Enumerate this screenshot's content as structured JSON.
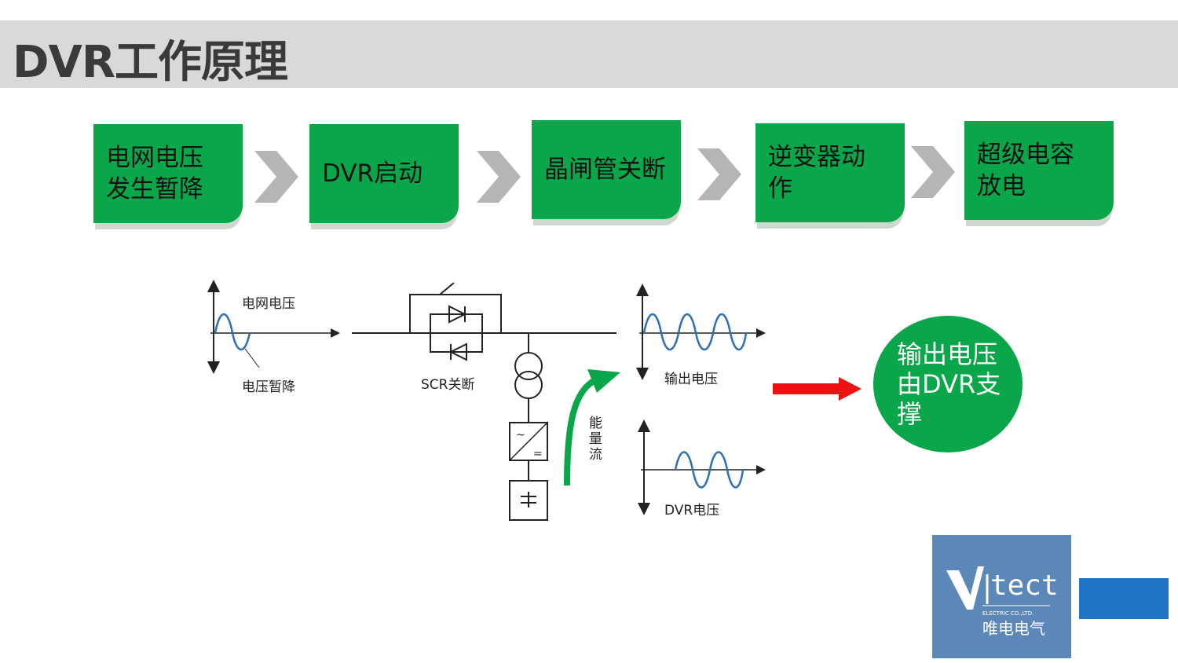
{
  "title": "DVR工作原理",
  "steps": [
    {
      "label": "电网电压\n发生暂降"
    },
    {
      "label": "DVR启动"
    },
    {
      "label": "晶闸管关断"
    },
    {
      "label": "逆变器动\n作"
    },
    {
      "label": "超级电容\n放电"
    }
  ],
  "diagram": {
    "grid_voltage": "电网电压",
    "voltage_sag": "电压暂降",
    "scr_off": "SCR关断",
    "output_voltage": "输出电压",
    "energy_flow": [
      "能",
      "量",
      "流"
    ],
    "dvr_voltage": "DVR电压"
  },
  "result": "输出电压\n由DVR支\n撑",
  "logo": {
    "brand": "tect",
    "company": "ELECTRIC CO.,LTD.",
    "cn_name": "唯电电气"
  },
  "colors": {
    "green": "#0aa64a",
    "title_bg": "#d9d9d9",
    "red_arrow": "#ee1111",
    "logo_bg": "#5b88b8",
    "blue_block": "#1f74c8",
    "wave": "#2f6fb5"
  }
}
